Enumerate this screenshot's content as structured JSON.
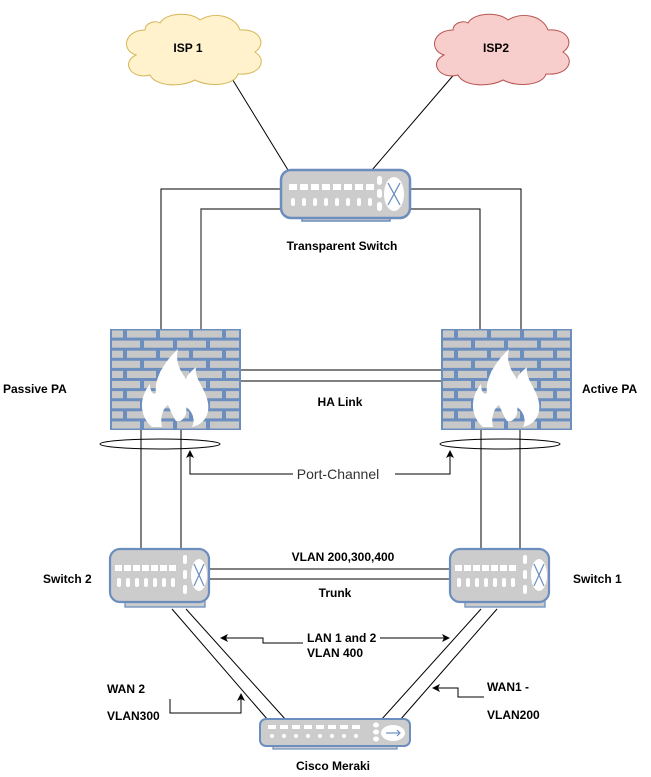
{
  "clouds": [
    {
      "id": "isp1",
      "label": "ISP 1",
      "fill": "#fff2cc",
      "stroke": "#d6b656"
    },
    {
      "id": "isp2",
      "label": "ISP2",
      "fill": "#f8cecc",
      "stroke": "#b85450"
    }
  ],
  "devices": {
    "transparent_switch": {
      "label": "Transparent Switch"
    },
    "passive_pa": {
      "label": "Passive PA"
    },
    "active_pa": {
      "label": "Active PA"
    },
    "switch2": {
      "label": "Switch 2"
    },
    "switch1": {
      "label": "Switch 1"
    },
    "meraki": {
      "label": "Cisco Meraki"
    }
  },
  "links": {
    "ha_link": "HA Link",
    "port_channel": "Port-Channel",
    "vlan_trunk_top": "VLAN 200,300,400",
    "trunk": "Trunk",
    "lan_line1": "LAN 1 and 2",
    "lan_line2": "VLAN 400",
    "wan2_line1": "WAN 2",
    "wan2_line2": "VLAN300",
    "wan1_line1": "WAN1 -",
    "wan1_line2": "VLAN200"
  },
  "colors": {
    "device_fill": "#dae8fc",
    "device_stroke": "#6c8ebf",
    "device_body": "#cccccc",
    "brick_stroke": "#6c8ebf",
    "brick_fill": "#c8c8c8"
  }
}
